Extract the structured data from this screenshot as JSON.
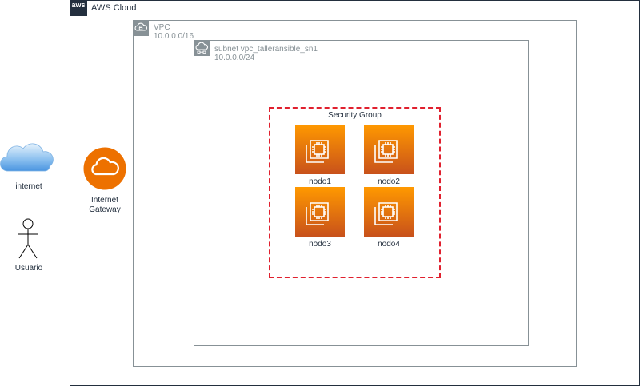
{
  "cloud": {
    "label": "AWS Cloud",
    "logo_text": "aws"
  },
  "vpc": {
    "name": "VPC",
    "cidr": "10.0.0.0/16"
  },
  "subnet": {
    "name": "subnet vpc_talleransible_sn1",
    "cidr": "10.0.0.0/24"
  },
  "security_group": {
    "label": "Security Group"
  },
  "nodes": [
    {
      "label": "nodo1"
    },
    {
      "label": "nodo2"
    },
    {
      "label": "nodo3"
    },
    {
      "label": "nodo4"
    }
  ],
  "gateway": {
    "label_line1": "Internet",
    "label_line2": "Gateway"
  },
  "internet": {
    "label": "internet"
  },
  "user": {
    "label": "Usuario"
  },
  "colors": {
    "aws_dark": "#232f3e",
    "group_gray": "#879196",
    "security_group_red": "#e0202e",
    "ec2_orange_top": "#ff9900",
    "ec2_orange_bottom": "#c8511b",
    "gateway_orange": "#ed7100",
    "internet_cloud_blue": "#5ea7e9"
  },
  "icons": [
    "aws-logo-icon",
    "vpc-icon",
    "subnet-icon",
    "ec2-instance-icon",
    "internet-gateway-icon",
    "cloud-icon",
    "user-icon"
  ]
}
